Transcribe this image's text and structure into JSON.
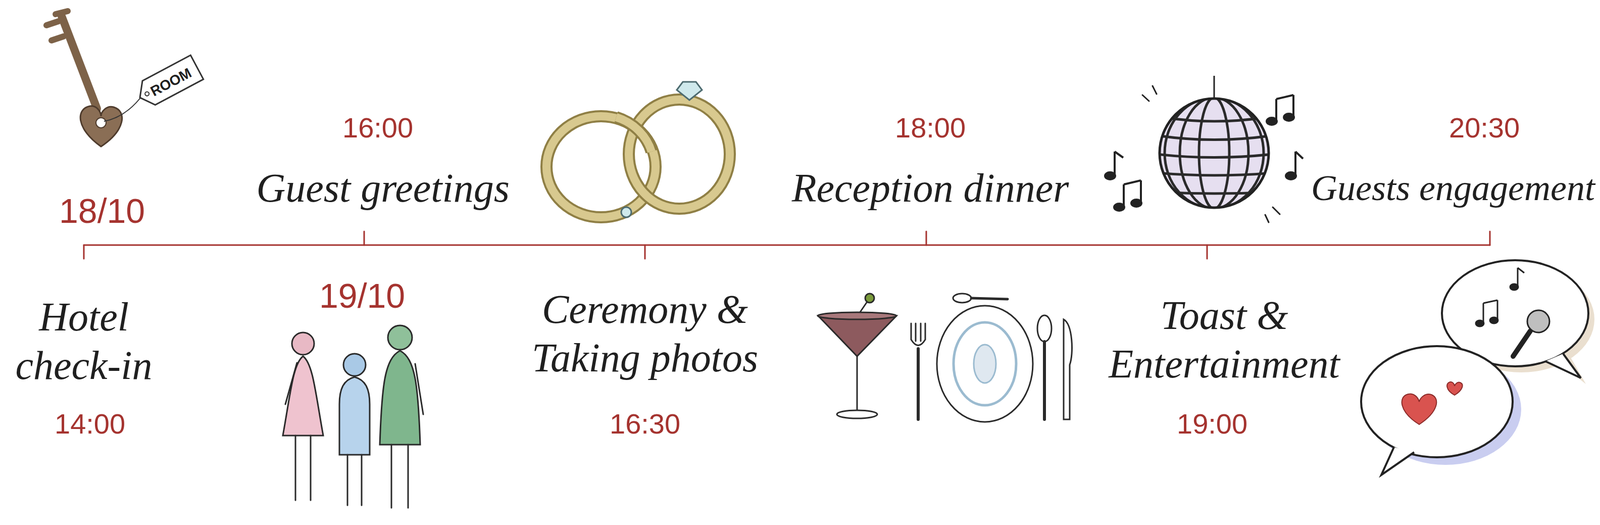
{
  "diagram": {
    "labels": [
      "ROOM",
      "18/10",
      "Hotel check-in",
      "14:00",
      "16:00",
      "Guest greetings",
      "19/10",
      "Ceremony & Taking photos",
      "16:30",
      "18:00",
      "Reception dinner",
      "Toast & Entertainment",
      "19:00",
      "20:30",
      "Guests engagement"
    ]
  }
}
